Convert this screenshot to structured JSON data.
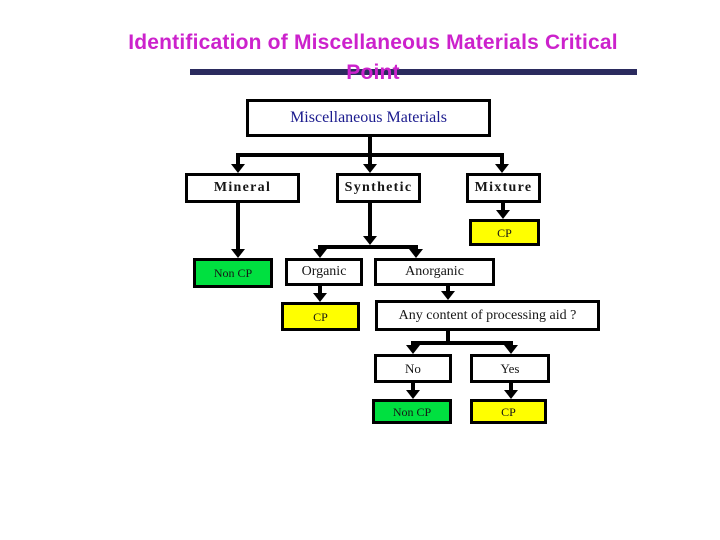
{
  "title": {
    "line1": "Identification of Miscellaneous Materials Critical",
    "line2": "Point"
  },
  "flowchart": {
    "root": "Miscellaneous Materials",
    "mineral": "Mineral",
    "synthetic": "Synthetic",
    "mixture": "Mixture",
    "mixture_cp": "CP",
    "mineral_noncp": "Non CP",
    "organic": "Organic",
    "anorganic": "Anorganic",
    "organic_cp": "CP",
    "question": "Any content of processing aid ?",
    "no": "No",
    "yes": "Yes",
    "no_result": "Non CP",
    "yes_result": "CP"
  },
  "colors": {
    "title_text": "#CC22CC",
    "underline": "#2B2B5E",
    "cp_fill": "#FFFF00",
    "noncp_fill": "#00E040",
    "root_text": "#1B1B8E",
    "line_black": "#000000"
  }
}
